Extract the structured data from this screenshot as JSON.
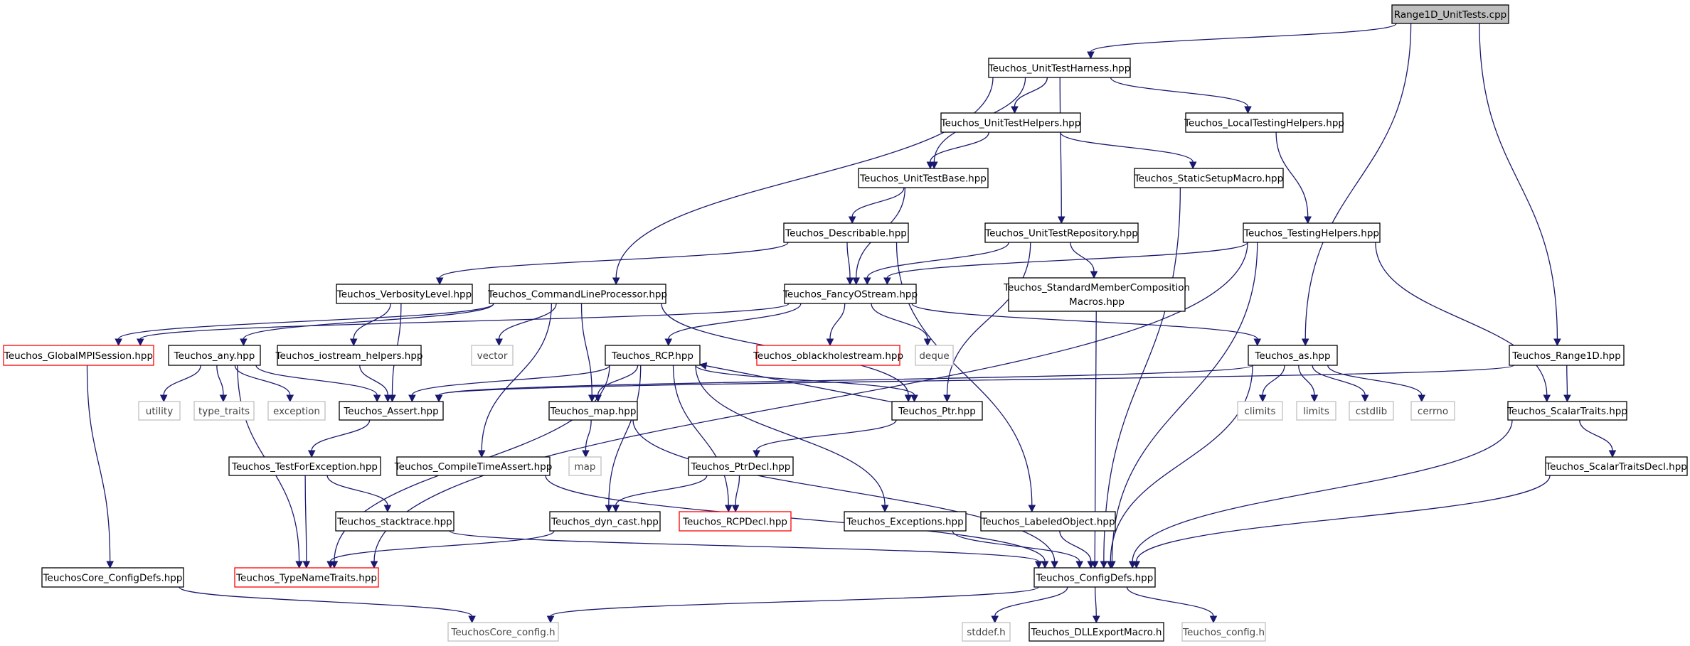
{
  "diagram": {
    "type": "include-dependency-graph",
    "root": "Range1D_UnitTests.cpp",
    "style": {
      "edge_color": "#191970",
      "root_fill": "#bfbfbf",
      "node_border": "#000000",
      "missing_border": "#ff0000",
      "external_border": "#bfbfbf",
      "external_text": "#444444"
    },
    "nodes": [
      {
        "id": "range1d_unittests",
        "label": "Range1D_UnitTests.cpp",
        "kind": "root"
      },
      {
        "id": "unittestharness",
        "label": "Teuchos_UnitTestHarness.hpp",
        "kind": "normal"
      },
      {
        "id": "unittesthelpers",
        "label": "Teuchos_UnitTestHelpers.hpp",
        "kind": "normal"
      },
      {
        "id": "localtestinghelpers",
        "label": "Teuchos_LocalTestingHelpers.hpp",
        "kind": "normal"
      },
      {
        "id": "unittestbase",
        "label": "Teuchos_UnitTestBase.hpp",
        "kind": "normal"
      },
      {
        "id": "staticsetupmacro",
        "label": "Teuchos_StaticSetupMacro.hpp",
        "kind": "normal"
      },
      {
        "id": "describable",
        "label": "Teuchos_Describable.hpp",
        "kind": "normal"
      },
      {
        "id": "unittestrepository",
        "label": "Teuchos_UnitTestRepository.hpp",
        "kind": "normal"
      },
      {
        "id": "testinghelpers",
        "label": "Teuchos_TestingHelpers.hpp",
        "kind": "normal"
      },
      {
        "id": "verbositylevel",
        "label": "Teuchos_VerbosityLevel.hpp",
        "kind": "normal"
      },
      {
        "id": "commandlineprocessor",
        "label": "Teuchos_CommandLineProcessor.hpp",
        "kind": "normal"
      },
      {
        "id": "fancyostream",
        "label": "Teuchos_FancyOStream.hpp",
        "kind": "normal"
      },
      {
        "id": "standardmembercomposition",
        "label": "Teuchos_StandardMemberComposition",
        "label2": "Macros.hpp",
        "kind": "normal"
      },
      {
        "id": "globalmpisession",
        "label": "Teuchos_GlobalMPISession.hpp",
        "kind": "missing"
      },
      {
        "id": "any",
        "label": "Teuchos_any.hpp",
        "kind": "normal"
      },
      {
        "id": "iostream_helpers",
        "label": "Teuchos_iostream_helpers.hpp",
        "kind": "normal"
      },
      {
        "id": "vector",
        "label": "vector",
        "kind": "external"
      },
      {
        "id": "rcp",
        "label": "Teuchos_RCP.hpp",
        "kind": "normal"
      },
      {
        "id": "oblackholestream",
        "label": "Teuchos_oblackholestream.hpp",
        "kind": "missing"
      },
      {
        "id": "deque",
        "label": "deque",
        "kind": "external"
      },
      {
        "id": "as",
        "label": "Teuchos_as.hpp",
        "kind": "normal"
      },
      {
        "id": "range1d",
        "label": "Teuchos_Range1D.hpp",
        "kind": "normal"
      },
      {
        "id": "utility",
        "label": "utility",
        "kind": "external"
      },
      {
        "id": "type_traits",
        "label": "type_traits",
        "kind": "external"
      },
      {
        "id": "exception",
        "label": "exception",
        "kind": "external"
      },
      {
        "id": "assert",
        "label": "Teuchos_Assert.hpp",
        "kind": "normal"
      },
      {
        "id": "map_hpp",
        "label": "Teuchos_map.hpp",
        "kind": "normal"
      },
      {
        "id": "ptr",
        "label": "Teuchos_Ptr.hpp",
        "kind": "normal"
      },
      {
        "id": "climits",
        "label": "climits",
        "kind": "external"
      },
      {
        "id": "limits",
        "label": "limits",
        "kind": "external"
      },
      {
        "id": "cstdlib",
        "label": "cstdlib",
        "kind": "external"
      },
      {
        "id": "cerrno",
        "label": "cerrno",
        "kind": "external"
      },
      {
        "id": "scalartraits",
        "label": "Teuchos_ScalarTraits.hpp",
        "kind": "normal"
      },
      {
        "id": "map_std",
        "label": "map",
        "kind": "external"
      },
      {
        "id": "testforexception",
        "label": "Teuchos_TestForException.hpp",
        "kind": "normal"
      },
      {
        "id": "compiletimeassert",
        "label": "Teuchos_CompileTimeAssert.hpp",
        "kind": "normal"
      },
      {
        "id": "ptrdecl",
        "label": "Teuchos_PtrDecl.hpp",
        "kind": "normal"
      },
      {
        "id": "scalartraitsdecl",
        "label": "Teuchos_ScalarTraitsDecl.hpp",
        "kind": "normal"
      },
      {
        "id": "stacktrace",
        "label": "Teuchos_stacktrace.hpp",
        "kind": "normal"
      },
      {
        "id": "dyn_cast",
        "label": "Teuchos_dyn_cast.hpp",
        "kind": "normal"
      },
      {
        "id": "rcpdecl",
        "label": "Teuchos_RCPDecl.hpp",
        "kind": "missing"
      },
      {
        "id": "exceptions",
        "label": "Teuchos_Exceptions.hpp",
        "kind": "normal"
      },
      {
        "id": "labeledobject",
        "label": "Teuchos_LabeledObject.hpp",
        "kind": "normal"
      },
      {
        "id": "coreconfigdefs",
        "label": "TeuchosCore_ConfigDefs.hpp",
        "kind": "normal"
      },
      {
        "id": "typenametraits",
        "label": "Teuchos_TypeNameTraits.hpp",
        "kind": "missing"
      },
      {
        "id": "configdefs",
        "label": "Teuchos_ConfigDefs.hpp",
        "kind": "normal"
      },
      {
        "id": "coreconfig_h",
        "label": "TeuchosCore_config.h",
        "kind": "external"
      },
      {
        "id": "stddef",
        "label": "stddef.h",
        "kind": "external"
      },
      {
        "id": "dllexportmacro",
        "label": "Teuchos_DLLExportMacro.h",
        "kind": "normal"
      },
      {
        "id": "config_h",
        "label": "Teuchos_config.h",
        "kind": "external"
      }
    ],
    "edges": [
      [
        "range1d_unittests",
        "unittestharness"
      ],
      [
        "range1d_unittests",
        "as"
      ],
      [
        "range1d_unittests",
        "range1d"
      ],
      [
        "unittestharness",
        "unittesthelpers"
      ],
      [
        "unittestharness",
        "localtestinghelpers"
      ],
      [
        "unittestharness",
        "unittestbase"
      ],
      [
        "unittestharness",
        "unittestrepository"
      ],
      [
        "unittestharness",
        "commandlineprocessor"
      ],
      [
        "unittesthelpers",
        "unittestbase"
      ],
      [
        "unittesthelpers",
        "staticsetupmacro"
      ],
      [
        "localtestinghelpers",
        "testinghelpers"
      ],
      [
        "unittestbase",
        "describable"
      ],
      [
        "unittestbase",
        "fancyostream"
      ],
      [
        "staticsetupmacro",
        "configdefs"
      ],
      [
        "describable",
        "verbositylevel"
      ],
      [
        "describable",
        "fancyostream"
      ],
      [
        "describable",
        "labeledobject"
      ],
      [
        "unittestrepository",
        "fancyostream"
      ],
      [
        "unittestrepository",
        "standardmembercomposition"
      ],
      [
        "unittestrepository",
        "ptr"
      ],
      [
        "testinghelpers",
        "fancyostream"
      ],
      [
        "testinghelpers",
        "typenametraits"
      ],
      [
        "testinghelpers",
        "configdefs"
      ],
      [
        "testinghelpers",
        "scalartraits"
      ],
      [
        "verbositylevel",
        "iostream_helpers"
      ],
      [
        "verbositylevel",
        "assert"
      ],
      [
        "commandlineprocessor",
        "any"
      ],
      [
        "commandlineprocessor",
        "vector"
      ],
      [
        "commandlineprocessor",
        "map_hpp"
      ],
      [
        "commandlineprocessor",
        "compiletimeassert"
      ],
      [
        "commandlineprocessor",
        "ptr"
      ],
      [
        "commandlineprocessor",
        "globalmpisession"
      ],
      [
        "fancyostream",
        "rcp"
      ],
      [
        "fancyostream",
        "oblackholestream"
      ],
      [
        "fancyostream",
        "deque"
      ],
      [
        "fancyostream",
        "as"
      ],
      [
        "fancyostream",
        "globalmpisession"
      ],
      [
        "standardmembercomposition",
        "configdefs"
      ],
      [
        "globalmpisession",
        "coreconfigdefs"
      ],
      [
        "any",
        "utility"
      ],
      [
        "any",
        "type_traits"
      ],
      [
        "any",
        "exception"
      ],
      [
        "any",
        "assert"
      ],
      [
        "any",
        "typenametraits"
      ],
      [
        "iostream_helpers",
        "assert"
      ],
      [
        "rcp",
        "assert"
      ],
      [
        "rcp",
        "map_hpp"
      ],
      [
        "rcp",
        "ptr"
      ],
      [
        "rcp",
        "dyn_cast"
      ],
      [
        "rcp",
        "rcpdecl"
      ],
      [
        "rcp",
        "exceptions"
      ],
      [
        "rcp",
        "typenametraits"
      ],
      [
        "as",
        "assert"
      ],
      [
        "as",
        "climits"
      ],
      [
        "as",
        "limits"
      ],
      [
        "as",
        "cstdlib"
      ],
      [
        "as",
        "cerrno"
      ],
      [
        "as",
        "configdefs"
      ],
      [
        "range1d",
        "assert"
      ],
      [
        "range1d",
        "scalartraits"
      ],
      [
        "assert",
        "testforexception"
      ],
      [
        "map_hpp",
        "map_std"
      ],
      [
        "map_hpp",
        "configdefs"
      ],
      [
        "ptr",
        "rcp"
      ],
      [
        "ptr",
        "ptrdecl"
      ],
      [
        "scalartraits",
        "scalartraitsdecl"
      ],
      [
        "scalartraits",
        "configdefs"
      ],
      [
        "testforexception",
        "stacktrace"
      ],
      [
        "testforexception",
        "typenametraits"
      ],
      [
        "compiletimeassert",
        "configdefs"
      ],
      [
        "ptrdecl",
        "dyn_cast"
      ],
      [
        "ptrdecl",
        "rcpdecl"
      ],
      [
        "scalartraitsdecl",
        "configdefs"
      ],
      [
        "stacktrace",
        "configdefs"
      ],
      [
        "dyn_cast",
        "typenametraits"
      ],
      [
        "exceptions",
        "configdefs"
      ],
      [
        "labeledobject",
        "configdefs"
      ],
      [
        "coreconfigdefs",
        "coreconfig_h"
      ],
      [
        "configdefs",
        "coreconfig_h"
      ],
      [
        "configdefs",
        "stddef"
      ],
      [
        "configdefs",
        "dllexportmacro"
      ],
      [
        "configdefs",
        "config_h"
      ]
    ]
  }
}
